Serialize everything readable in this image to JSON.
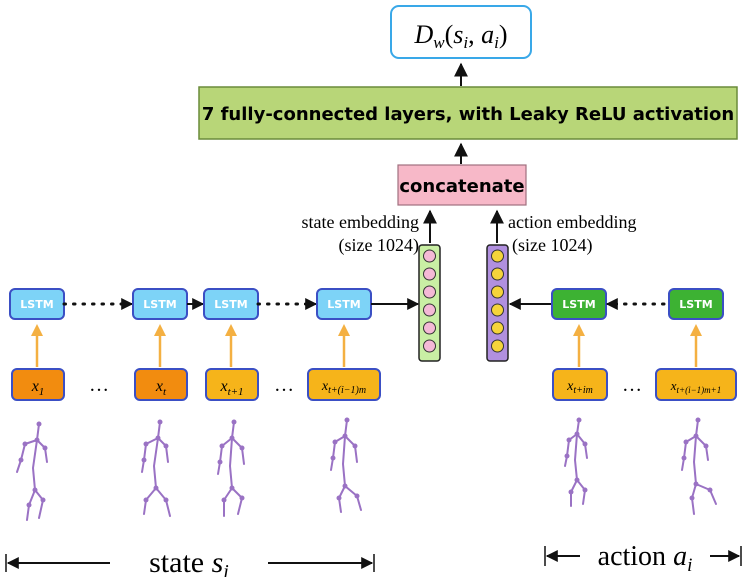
{
  "output": {
    "fn": "D",
    "sub": "w",
    "open": "(",
    "s": "s",
    "s_sub": "i",
    "comma": ", ",
    "a": "a",
    "a_sub": "i",
    "close": ")"
  },
  "fc_label": "7 fully-connected layers, with Leaky ReLU activation",
  "concat_label": "concatenate",
  "state_embedding": {
    "line1": "state embedding",
    "line2": "(size 1024)"
  },
  "action_embedding": {
    "line1": "action embedding",
    "line2": "(size 1024)"
  },
  "lstm_label": "LSTM",
  "ellipsis": "…",
  "inputs": {
    "x1": {
      "base": "x",
      "sub": "1"
    },
    "xt": {
      "base": "x",
      "sub": "t"
    },
    "xt1": {
      "base": "x",
      "sub": "t+1"
    },
    "xm": {
      "base": "x",
      "sub": "t+(i−1)m"
    },
    "xim": {
      "base": "x",
      "sub": "t+im"
    },
    "xlast": {
      "base": "x",
      "sub": "t+(i−1)m+1"
    }
  },
  "state_bracket": {
    "word": "state ",
    "var": "s",
    "sub": "i"
  },
  "action_bracket": {
    "word": "action ",
    "var": "a",
    "sub": "i"
  },
  "colors": {
    "lstm_state_fill": "#7dd3f7",
    "lstm_action_fill": "#3db233",
    "lstm_border": "#3b4fc4",
    "x_dark_fill": "#f28c0f",
    "x_light_fill": "#f6b41a",
    "x_border": "#3b4fc4",
    "fc_fill": "#b8d678",
    "concat_fill": "#f7b8c8",
    "state_dot": "#f4b9d6",
    "action_dot": "#f5d43b",
    "state_bar": "#c9efa4",
    "action_bar": "#b190df",
    "skeleton": "#9a72c4",
    "up_arrow": "#f4b042",
    "output_border": "#39a8e8"
  },
  "icons": [
    "skeleton-figure-icon",
    "up-arrow-icon"
  ]
}
